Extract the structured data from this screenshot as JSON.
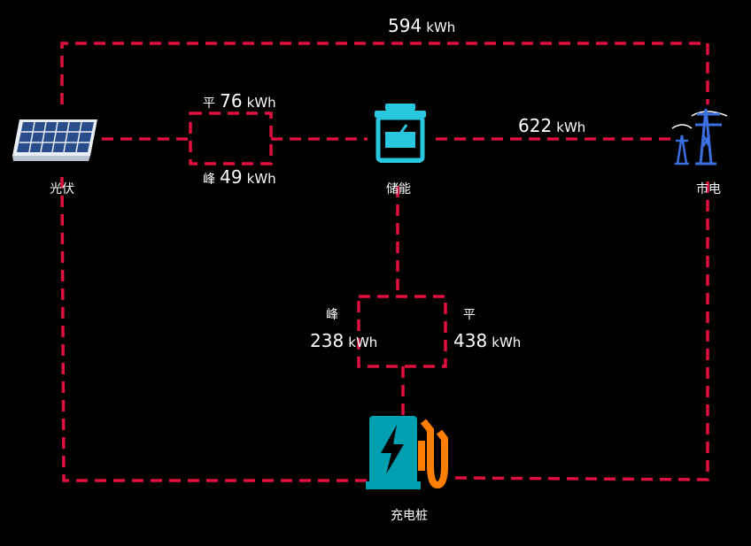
{
  "nodes": {
    "pv": {
      "label": "光伏"
    },
    "storage": {
      "label": "储能"
    },
    "grid": {
      "label": "市电"
    },
    "charger": {
      "label": "充电桩"
    }
  },
  "flows": {
    "pv_to_grid": {
      "value": "594",
      "unit": "kWh"
    },
    "pv_storage_flat": {
      "tag": "平",
      "value": "76",
      "unit": "kWh"
    },
    "pv_storage_peak": {
      "tag": "峰",
      "value": "49",
      "unit": "kWh"
    },
    "grid_to_storage": {
      "value": "622",
      "unit": "kWh"
    },
    "storage_charger_peak": {
      "tag": "峰",
      "value": "238",
      "unit": "kWh"
    },
    "storage_charger_flat": {
      "tag": "平",
      "value": "438",
      "unit": "kWh"
    }
  },
  "colors": {
    "flow_line": "#e0103f",
    "storage_icon": "#29c6e0",
    "grid_icon": "#3b6fe0",
    "charger_body": "#00a0b0",
    "charger_nozzle": "#ff8000"
  }
}
